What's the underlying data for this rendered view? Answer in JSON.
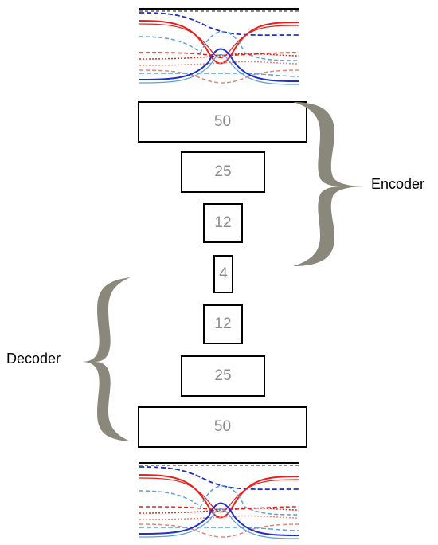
{
  "layers": [
    {
      "id": "enc-50",
      "units": "50"
    },
    {
      "id": "enc-25",
      "units": "25"
    },
    {
      "id": "enc-12",
      "units": "12"
    },
    {
      "id": "latent-4",
      "units": "4"
    },
    {
      "id": "dec-12",
      "units": "12"
    },
    {
      "id": "dec-25",
      "units": "25"
    },
    {
      "id": "dec-50",
      "units": "50"
    }
  ],
  "labels": {
    "encoder": "Encoder",
    "decoder": "Decoder"
  },
  "colors": {
    "box_border": "#000000",
    "box_text": "#8c8c8c",
    "brace": "#8a877b",
    "red": "#e8201b",
    "light_red": "#f08070",
    "blue": "#2030c8",
    "light_blue": "#5a9ee0",
    "navy": "#202070",
    "black": "#000000"
  },
  "icons": {
    "input_plot": "line-plot-icon",
    "output_plot": "line-plot-icon",
    "encoder_brace": "curly-brace-icon",
    "decoder_brace": "curly-brace-icon"
  }
}
